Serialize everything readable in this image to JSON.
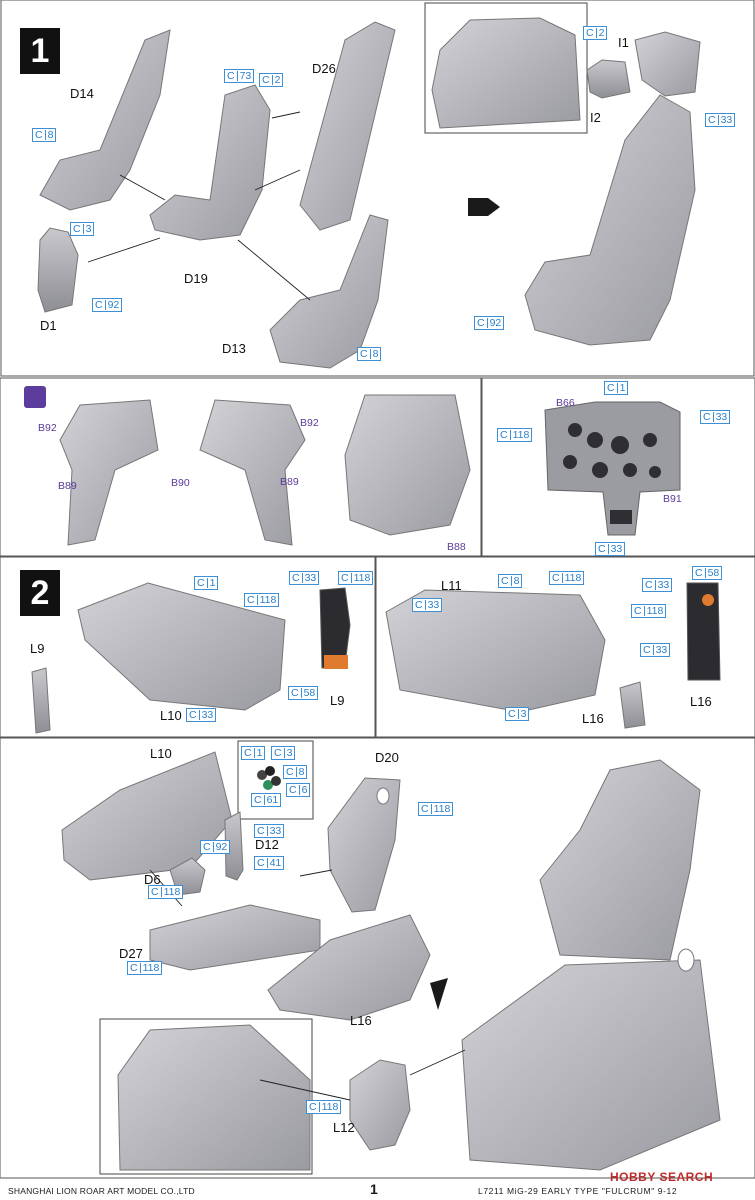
{
  "steps": {
    "step1": "1",
    "step2": "2"
  },
  "labels": {
    "d14": "D14",
    "d26": "D26",
    "d19": "D19",
    "d1": "D1",
    "d13": "D13",
    "i1": "I1",
    "i2": "I2",
    "l9a": "L9",
    "l10a": "L10",
    "l9b": "L9",
    "l11": "L11",
    "l16a": "L16",
    "l16b": "L16",
    "l10b": "L10",
    "d20": "D20",
    "d12": "D12",
    "d6": "D6",
    "d27": "D27",
    "l16c": "L16",
    "l12": "L12"
  },
  "codes": {
    "c8a": "C|8",
    "c73": "C|73",
    "c2a": "C|2",
    "c3a": "C|3",
    "c92a": "C|92",
    "c8b": "C|8",
    "c2b": "C|2",
    "c33a": "C|33",
    "c92b": "C|92",
    "c1a": "C|1",
    "c33b": "C|33",
    "c118a": "C|118",
    "c33c": "C|33",
    "c1b": "C|1",
    "c118b": "C|118",
    "c33d": "C|33",
    "c118c": "C|118",
    "c33e": "C|33",
    "c58a": "C|58",
    "c8c": "C|8",
    "c118d": "C|118",
    "c33f": "C|33",
    "c3b": "C|3",
    "c58b": "C|58",
    "c33g": "C|33",
    "c118e": "C|118",
    "c33h": "C|33",
    "c1c": "C|1",
    "c3c": "C|3",
    "c8d": "C|8",
    "c6": "C|6",
    "c61": "C|61",
    "c118f": "C|118",
    "c33i": "C|33",
    "c92c": "C|92",
    "c41": "C|41",
    "c118g": "C|118",
    "c118h": "C|118",
    "c118i": "C|118"
  },
  "decals": {
    "b92a": "B92",
    "b92b": "B92",
    "b90": "B90",
    "b89a": "B89",
    "b89b": "B89",
    "b88": "B88",
    "b66": "B66",
    "b91": "B91"
  },
  "footer": {
    "company": "SHANGHAI LION ROAR ART MODEL CO.,LTD",
    "page": "1",
    "product": "L7211  MiG-29  EARLY TYPE \"FULCRUM\" 9-12",
    "watermark": "HOBBY SEARCH"
  },
  "colors": {
    "code_blue": "#2a7fc9",
    "decal_purple": "#5b3a9a",
    "part_gray": "#b9b9bf",
    "part_shade": "#8f8f96"
  }
}
